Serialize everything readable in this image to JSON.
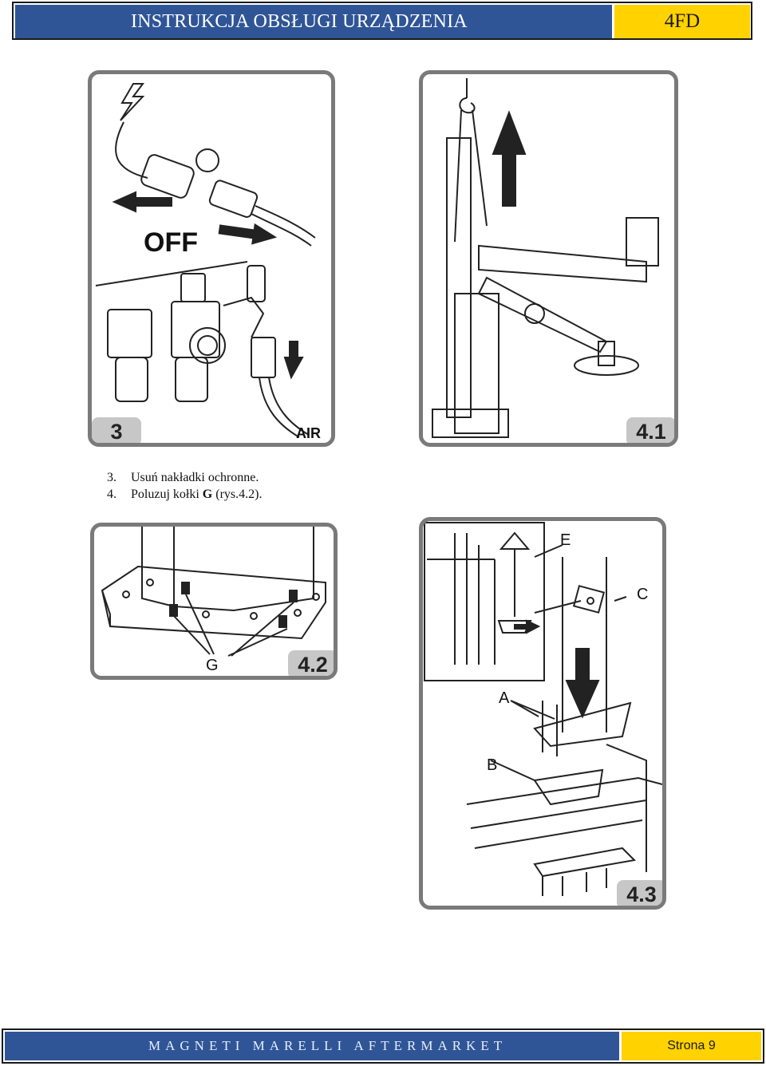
{
  "header": {
    "title": "INSTRUKCJA OBSŁUGI URZĄDZENIA",
    "code": "4FD"
  },
  "figures": {
    "fig3": {
      "badge": "3",
      "off_label": "OFF",
      "air_label": "AIR",
      "icons": [
        "lightning-icon",
        "arrow-left-icon",
        "arrow-right-icon",
        "arrow-down-icon"
      ]
    },
    "fig41": {
      "badge": "4.1",
      "icons": [
        "arrow-up-icon"
      ]
    },
    "fig42": {
      "badge": "4.2",
      "label_g": "G"
    },
    "fig43": {
      "badge": "4.3",
      "label_e": "E",
      "label_c": "C",
      "label_a": "A",
      "label_b": "B",
      "icons": [
        "arrow-down-icon"
      ]
    }
  },
  "instructions": [
    {
      "num": "3.",
      "text": "Usuń nakładki ochronne."
    },
    {
      "num": "4.",
      "text_before": "Poluzuj kołki ",
      "bold": "G",
      "text_after": " (rys.4.2)."
    }
  ],
  "footer": {
    "brand": "MAGNETI MARELLI AFTERMARKET",
    "page": "Strona 9"
  }
}
